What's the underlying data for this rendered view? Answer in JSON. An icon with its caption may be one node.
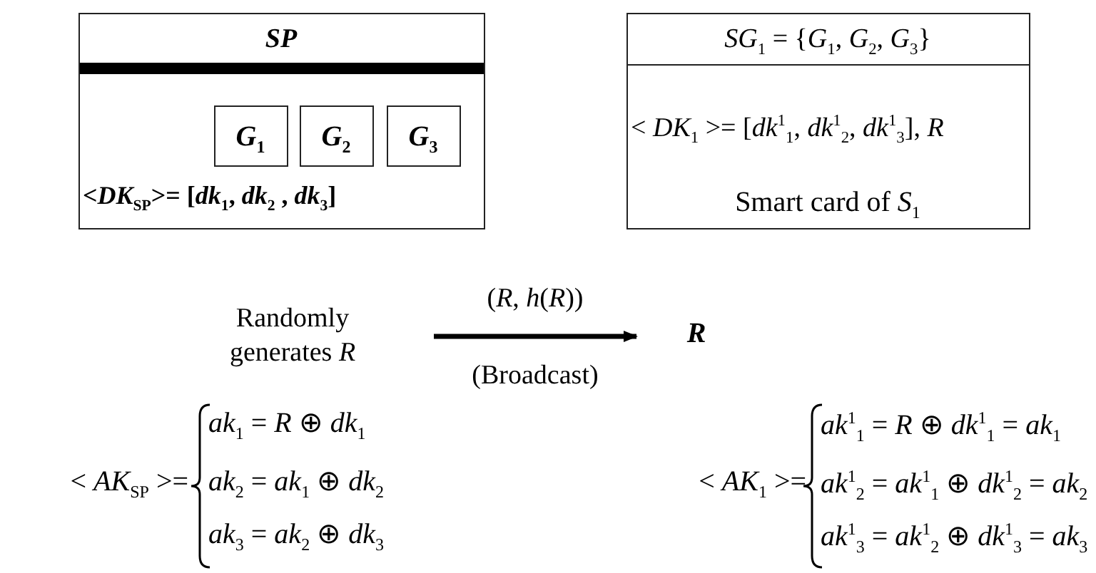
{
  "diagram": {
    "nodes": [
      {
        "text": [
          "SP",
          "<*DK*$_{SP}$>= [*dk*$_{1}$,   *dk*$_{2}$ , *dk*$_{3}$]"
        ]
      },
      {
        "text": [
          "*G*$_{1}$"
        ],
        "in": 0
      },
      {
        "text": [
          "*G*$_{2}$"
        ],
        "in": 0
      },
      {
        "text": [
          "*G*$_{3}$"
        ],
        "in": 0
      },
      {
        "text": [
          "*SG*$_{1}$ = {*G*$_{1}$, *G*$_{2}$, *G*$_{3}$}",
          "< *DK*$_{1}$ >= [*dk*$^{1}$$_{1}$, *dk*$^{1}$$_{2}$, *dk*$^{1}$$_{3}$], *R*",
          "Smart card of *S*$_{1}$"
        ]
      },
      {
        "text": [
          "Randomly generates *R*"
        ]
      },
      {
        "text": [
          "*R*"
        ]
      }
    ],
    "edges": [
      {
        "from": 5,
        "to": 6,
        "arrow": "to",
        "label": "(*R*, *h*(*R*))"
      }
    ],
    "labels": [
      "(Broadcast)",
      "< *AK*$_{SP}$ >=",
      "*ak*$_{1}$ = *R* ⊕ *dk*$_{1}$",
      "*ak*$_{2}$ = *ak*$_{1}$ ⊕ *dk*$_{2}$",
      "*ak*$_{3}$ = *ak*$_{2}$ ⊕ *dk*$_{3}$",
      "< *AK*$_{1}$ >=",
      "*ak*$^{1}$$_{1}$ = *R* ⊕ *dk*$^{1}$$_{1}$ = *ak*$_{1}$",
      "*ak*$^{1}$$_{2}$ = *ak*$^{1}$$_{1}$ ⊕ *dk*$^{1}$$_{2}$ = *ak*$_{2}$",
      "*ak*$^{1}$$_{3}$ = *ak*$^{1}$$_{2}$ ⊕ *dk*$^{1}$$_{3}$ = *ak*$_{3}$"
    ]
  }
}
